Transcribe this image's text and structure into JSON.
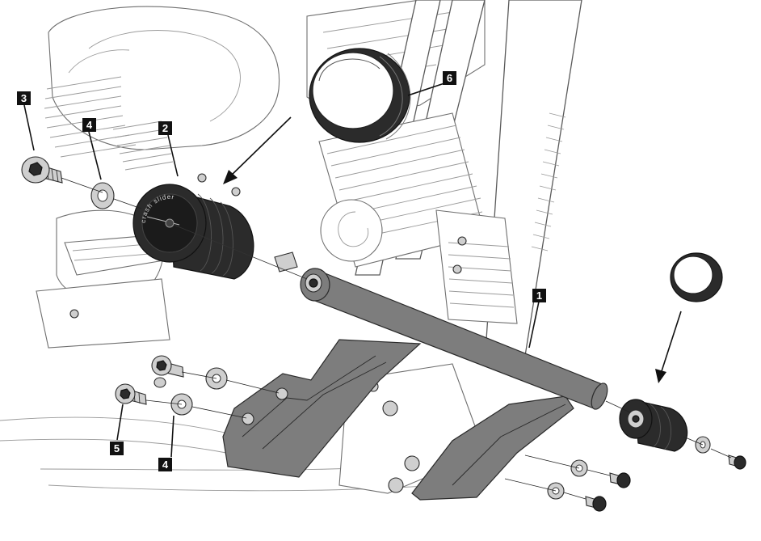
{
  "diagram": {
    "callouts": [
      {
        "id": "1",
        "label": "1"
      },
      {
        "id": "2",
        "label": "2"
      },
      {
        "id": "3",
        "label": "3"
      },
      {
        "id": "4a",
        "label": "4"
      },
      {
        "id": "4b",
        "label": "4"
      },
      {
        "id": "5",
        "label": "5"
      },
      {
        "id": "6",
        "label": "6"
      }
    ],
    "slider_logo_text": "crash slider",
    "colors": {
      "callout_box": "#111111",
      "bracket": "#7d7d7d",
      "slider": "#2b2b2b",
      "line_art": "#6f6f6f"
    }
  }
}
